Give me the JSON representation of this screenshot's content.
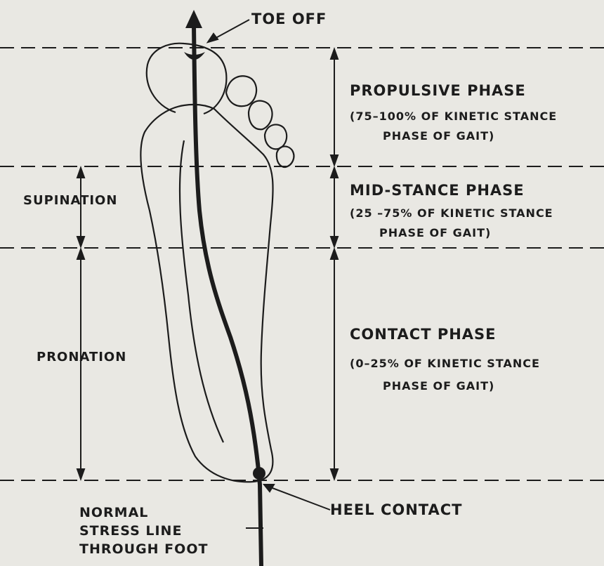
{
  "labels": {
    "toe_off": "TOE OFF",
    "propulsive": {
      "title": "PROPULSIVE PHASE",
      "line1": "(75–100% OF KINETIC STANCE",
      "line2": "PHASE OF GAIT)"
    },
    "midstance": {
      "title": "MID-STANCE PHASE",
      "line1": "(25 –75% OF KINETIC STANCE",
      "line2": "PHASE OF GAIT)"
    },
    "contact": {
      "title": "CONTACT PHASE",
      "line1": "(0–25% OF KINETIC STANCE",
      "line2": "PHASE OF GAIT)"
    },
    "supination": "SUPINATION",
    "pronation": "PRONATION",
    "heel_contact": "HEEL CONTACT",
    "stress_line": [
      "NORMAL",
      "STRESS LINE",
      "THROUGH FOOT"
    ]
  },
  "colors": {
    "background": "#e9e8e3",
    "ink": "#1c1c1c"
  }
}
